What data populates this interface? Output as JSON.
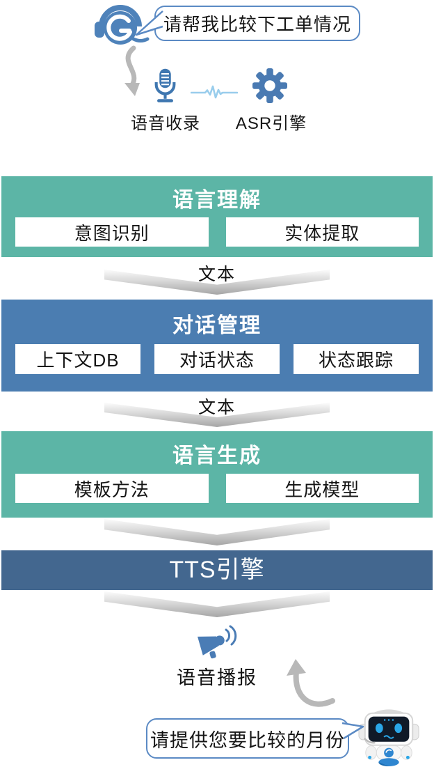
{
  "header": {
    "user_bubble_text": "请帮我比较下工单情况",
    "voice_capture_label": "语音收录",
    "asr_engine_label": "ASR引擎"
  },
  "flow": {
    "text_label_1": "文本",
    "text_label_2": "文本"
  },
  "blocks": [
    {
      "title": "语言理解",
      "items": [
        "意图识别",
        "实体提取"
      ]
    },
    {
      "title": "对话管理",
      "items": [
        "上下文DB",
        "对话状态",
        "状态跟踪"
      ]
    },
    {
      "title": "语言生成",
      "items": [
        "模板方法",
        "生成模型"
      ]
    }
  ],
  "tts": {
    "label": "TTS引擎"
  },
  "footer": {
    "broadcast_label": "语音播报",
    "bot_bubble_text": "请提供您要比较的月份"
  },
  "icons": {
    "top_left": "headset-agent-icon",
    "capture": "microphone-icon",
    "signal": "waveform-icon",
    "engine": "gear-icon",
    "output": "megaphone-icon",
    "bottom_right": "robot-icon",
    "connectors": [
      "curved-arrow-down-icon",
      "chevron-down-arrow",
      "curved-arrow-up-icon"
    ]
  },
  "colors": {
    "green_block": "#5cb5a6",
    "blue_block": "#4b7db1",
    "tts_bar": "#43678f",
    "icon_blue": "#4a7cb5",
    "bubble_border": "#5b8ac4",
    "arrow_gray": "#b8b8b8",
    "wave_blue": "#99cdec"
  }
}
